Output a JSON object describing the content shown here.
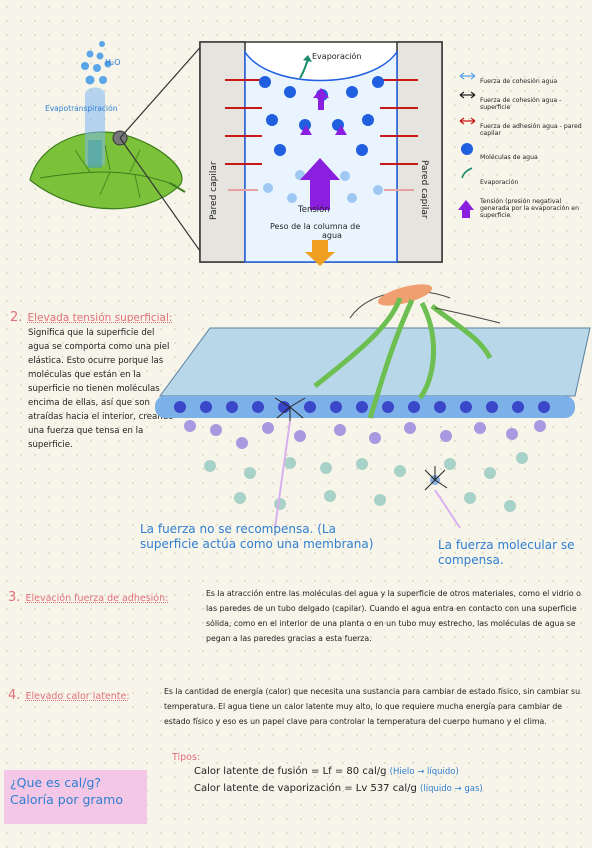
{
  "diagram": {
    "h2o_label": "H₂O",
    "evapotranspiration_label": "Evapotranspiración",
    "evaporation_label": "Evaporación",
    "wall_left_label": "Pared capilar",
    "wall_right_label": "Pared capilar",
    "tension_label": "Tensión",
    "weight_label_line1": "Peso de la columna de",
    "weight_label_line2": "agua"
  },
  "legend": [
    {
      "icon": "double-arrow-light-blue-icon",
      "text": "Fuerza de cohesión agua"
    },
    {
      "icon": "double-arrow-black-icon",
      "text": "Fuerza de cohesión agua - superficie"
    },
    {
      "icon": "double-arrow-red-icon",
      "text": "Fuerza de adhesión agua - pared capilar"
    },
    {
      "icon": "blue-dot-icon",
      "text": "Moléculas de agua"
    },
    {
      "icon": "green-curved-arrow-icon",
      "text": "Evaporación"
    },
    {
      "icon": "purple-arrow-icon",
      "text": "Tensión (presión negativa) generada por la evaporación en superficie"
    }
  ],
  "section2": {
    "number": "2.",
    "title": "Elevada tensión superficial:",
    "body": "Significa que la superficie del agua se comporta como una piel elástica. Esto ocurre porque las moléculas que están en la superficie no tienen moléculas encima de ellas, así que son atraídas hacia el interior, creando una fuerza que tensa en la superficie.",
    "note_left": "La fuerza no se recompensa. (La superficie actúa como una membrana)",
    "note_right": "La fuerza molecular se compensa."
  },
  "section3": {
    "number": "3.",
    "title": "Elevación fuerza de adhesión:",
    "body": "Es la atracción entre las moléculas del agua y la superficie de otros materiales, como el vidrio o las paredes de un tubo delgado (capilar). Cuando el agua entra en contacto con una superficie sólida, como en el interior de una planta o en un tubo muy estrecho, las moléculas de agua se pegan a las paredes gracias a esta fuerza."
  },
  "section4": {
    "number": "4.",
    "title": "Elevado calor latente:",
    "body": "Es la cantidad de energía (calor) que necesita una sustancia para cambiar de estado físico, sin cambiar su temperatura. El agua tiene un calor latente muy alto, lo que requiere mucha energía para cambiar de estado físico y eso es un papel clave para controlar la temperatura del cuerpo humano y el clima.",
    "types_label": "Tipos:",
    "fusion_formula": "Calor latente de fusión = Lf = 80 cal/g",
    "fusion_note": "(Hielo → líquido)",
    "vapor_formula": "Calor latente de vaporización = Lv 537 cal/g",
    "vapor_note": "(líquido → gas)"
  },
  "callout": {
    "line1": "¿Que es cal/g?",
    "line2": "Caloría por gramo"
  },
  "colors": {
    "accent_pink": "#e0707a",
    "note_blue": "#2f7fd1",
    "molecule_blue": "#1f5fe0",
    "adhesion_red": "#c81818",
    "tension_purple": "#8a1fe0",
    "leaf_green": "#7cc13a"
  }
}
